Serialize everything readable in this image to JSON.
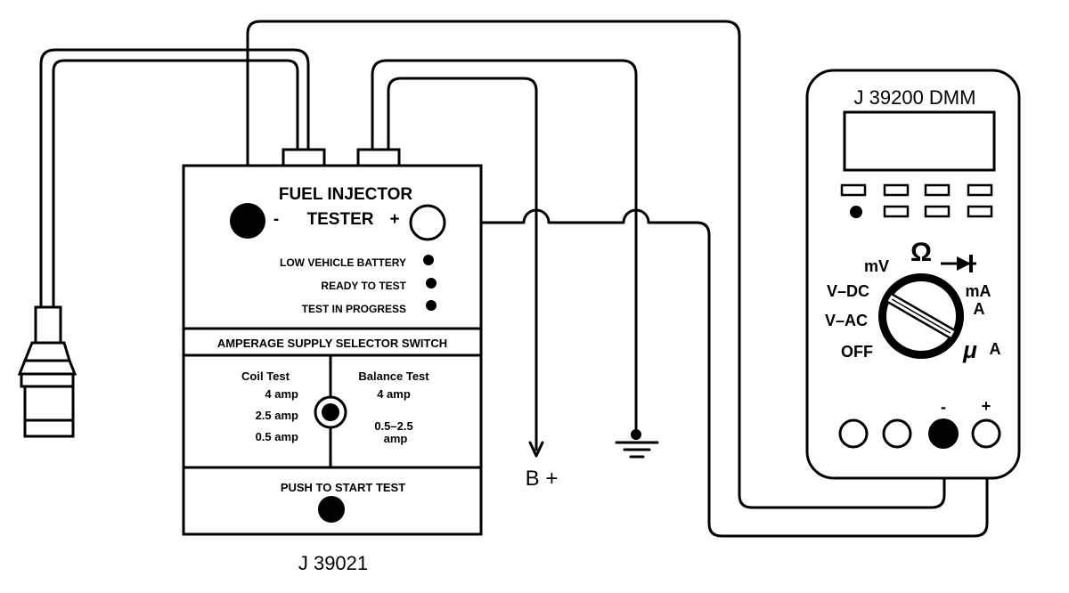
{
  "tester": {
    "title_line1": "FUEL INJECTOR",
    "title_line2": "TESTER",
    "minus": "-",
    "plus": "+",
    "indicators": [
      "LOW VEHICLE BATTERY",
      "READY TO TEST",
      "TEST IN PROGRESS"
    ],
    "selector_header": "AMPERAGE SUPPLY SELECTOR SWITCH",
    "coil_test": {
      "title": "Coil Test",
      "options": [
        "4 amp",
        "2.5 amp",
        "0.5 amp"
      ]
    },
    "balance_test": {
      "title": "Balance Test",
      "options": [
        "4 amp",
        "0.5–2.5",
        "amp"
      ]
    },
    "push_label": "PUSH TO START TEST",
    "model": "J 39021"
  },
  "battery_label": "B +",
  "dmm": {
    "title": "J 39200 DMM",
    "dial": {
      "mv": "mV",
      "ohm": "Ω",
      "vdc": "V–DC",
      "vac": "V–AC",
      "off": "OFF",
      "ma": "mA",
      "a": "A",
      "ua": "A",
      "mu": "μ"
    },
    "minus": "-",
    "plus": "+"
  }
}
